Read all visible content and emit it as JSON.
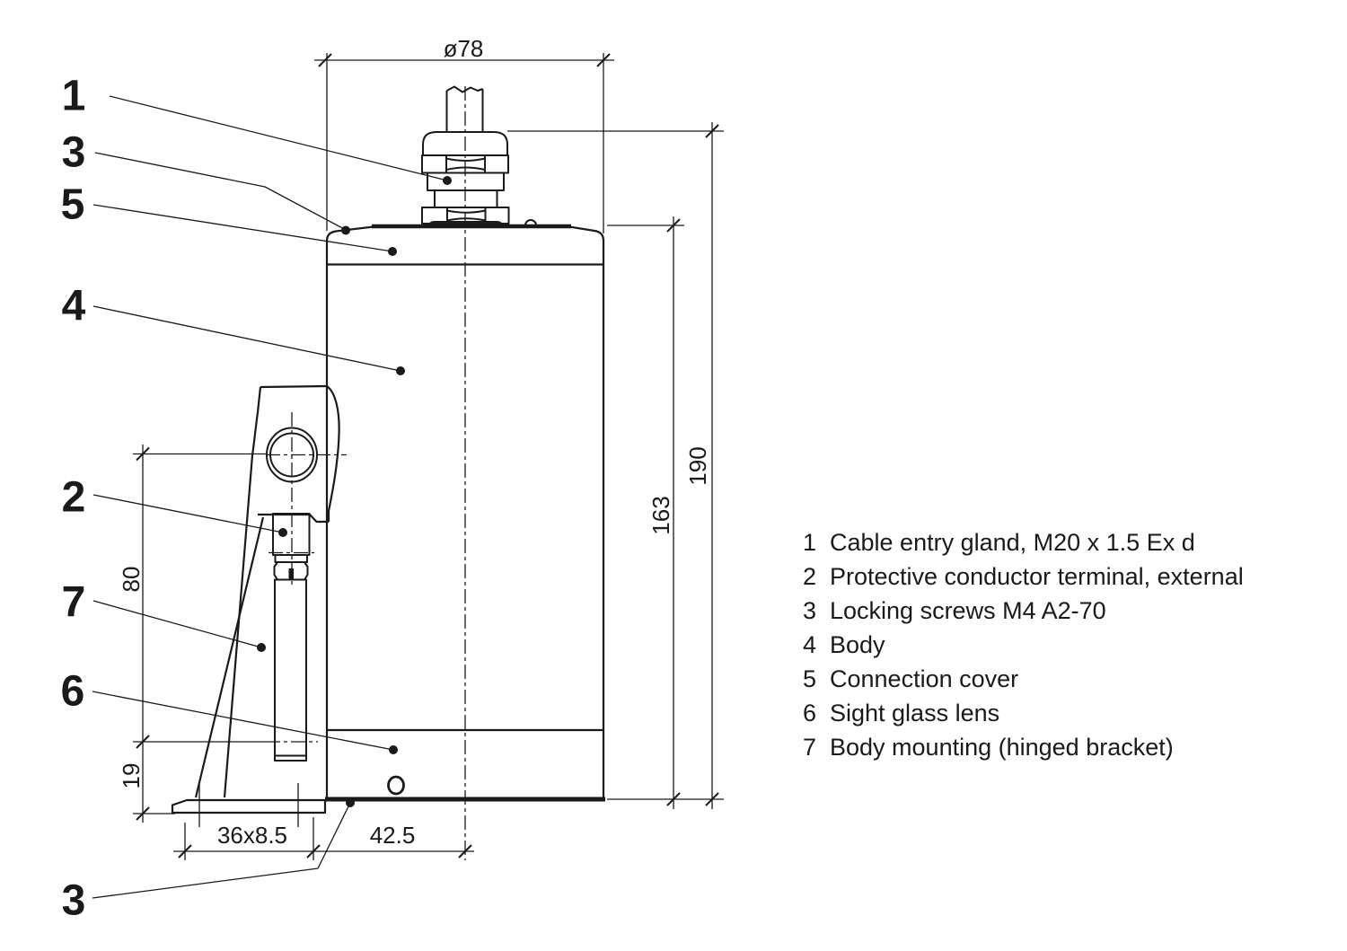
{
  "colors": {
    "line": "#1a1a1a",
    "background": "#ffffff"
  },
  "dimensions": {
    "diameter": "ø78",
    "overall_height": "190",
    "body_height": "163",
    "bracket_pivot_height": "80",
    "base_height": "19",
    "slot": "36x8.5",
    "center_offset": "42.5"
  },
  "callouts": {
    "cable_gland": "1",
    "locking_screw_top": "3",
    "connection_cover": "5",
    "body": "4",
    "conductor_terminal": "2",
    "body_mounting": "7",
    "sight_glass": "6",
    "locking_screw_bottom": "3"
  },
  "legend": [
    {
      "num": "1",
      "label": "Cable entry gland, M20 x 1.5 Ex d"
    },
    {
      "num": "2",
      "label": "Protective conductor terminal, external"
    },
    {
      "num": "3",
      "label": "Locking screws M4 A2-70"
    },
    {
      "num": "4",
      "label": "Body"
    },
    {
      "num": "5",
      "label": "Connection cover"
    },
    {
      "num": "6",
      "label": "Sight glass lens"
    },
    {
      "num": "7",
      "label": "Body mounting (hinged bracket)"
    }
  ]
}
